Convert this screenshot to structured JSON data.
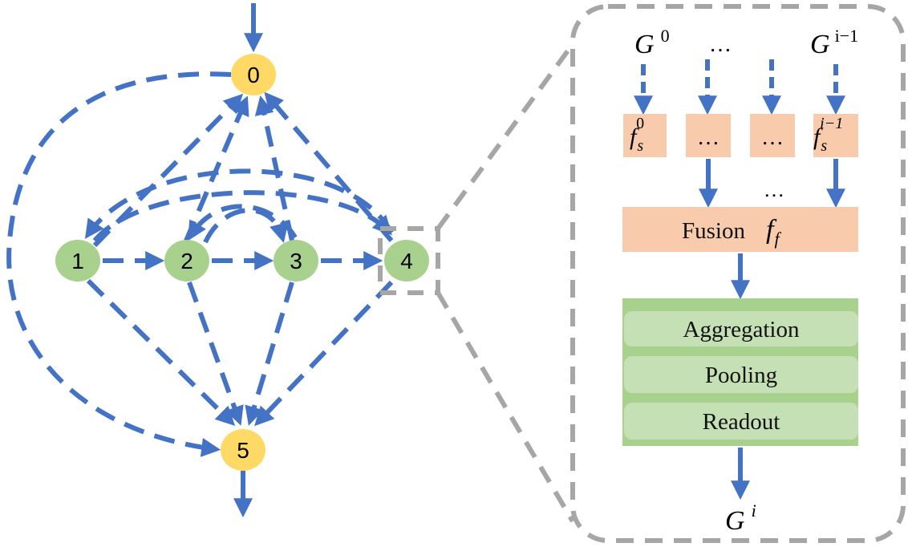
{
  "colors": {
    "edge": "#4472C4",
    "io_node": "#FFD966",
    "op_node": "#A9D18E",
    "fusion_box": "#F8CBAD",
    "module_outer": "#A9D18E",
    "module_inner": "#C5E0B4",
    "zoom_border": "#A6A6A6"
  },
  "graph": {
    "nodes": [
      {
        "id": "node-0",
        "label": "0"
      },
      {
        "id": "node-1",
        "label": "1"
      },
      {
        "id": "node-2",
        "label": "2"
      },
      {
        "id": "node-3",
        "label": "3"
      },
      {
        "id": "node-4",
        "label": "4"
      },
      {
        "id": "node-5",
        "label": "5"
      }
    ]
  },
  "detail": {
    "inputs": {
      "first_base": "G",
      "first_sup": "0",
      "middle": "…",
      "last_base": "G",
      "last_sup": "i−1"
    },
    "sampling": {
      "first_base": "f",
      "first_sub": "s",
      "first_sup": "0",
      "mid1": "…",
      "mid2": "…",
      "last_base": "f",
      "last_sub": "s",
      "last_sup": "i−1",
      "between": "…"
    },
    "fusion": {
      "label": "Fusion",
      "symbol_base": "f",
      "symbol_sub": "f"
    },
    "module": {
      "layers": [
        "Aggregation",
        "Pooling",
        "Readout"
      ]
    },
    "output": {
      "base": "G",
      "sup": "i"
    }
  }
}
